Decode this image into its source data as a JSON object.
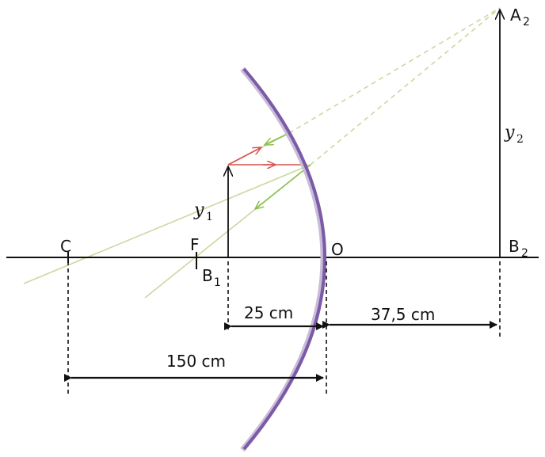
{
  "labels": {
    "center": "C",
    "focus": "F",
    "vertex": "O",
    "b1": "B",
    "b1_sub": "1",
    "a2": "A",
    "a2_sub": "2",
    "b2": "B",
    "b2_sub": "2",
    "y1": "y",
    "y1_sub": "1",
    "y2": "y",
    "y2_sub": "2"
  },
  "dimensions": {
    "object_distance": "25 cm",
    "image_distance": "37,5 cm",
    "radius": "150 cm"
  },
  "colors": {
    "mirror": "#7b5aa6",
    "ray": "#c9d9a0",
    "ray_arrow": "#8cbf4a",
    "red_ray": "#d9534f",
    "axis": "#111111"
  }
}
